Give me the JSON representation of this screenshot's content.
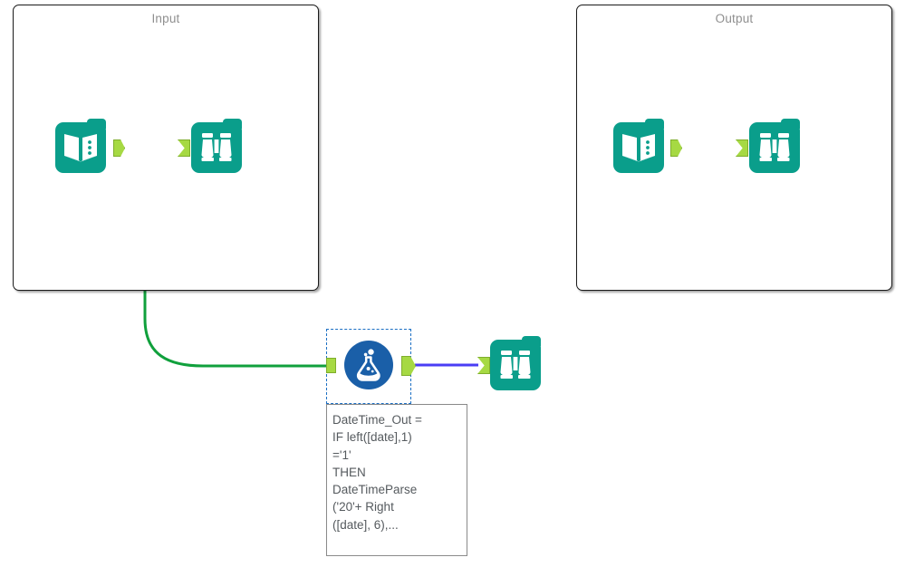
{
  "app": {
    "canvas_name": "workflow-canvas",
    "background_color": "#ffffff"
  },
  "colors": {
    "tool_teal": "#0a9e8b",
    "formula_blue": "#1a5fa8",
    "connector_green": "#a6d943",
    "wire_green": "#10a03c",
    "wire_gray": "#a8a8a8",
    "wire_purple": "#4a3df5",
    "selection_blue": "#1b6fc4",
    "container_border": "#1a1a1a",
    "container_title": "#8f8f8f",
    "annotation_text": "#555a5e",
    "annotation_border": "#8a8a8a"
  },
  "containers": [
    {
      "id": "input-container",
      "title": "Input"
    },
    {
      "id": "output-container",
      "title": "Output"
    }
  ],
  "nodes": [
    {
      "id": "input-data-1",
      "tool": "Input Data",
      "icon": "book-icon",
      "container": "Input"
    },
    {
      "id": "browse-1",
      "tool": "Browse",
      "icon": "binoculars-icon",
      "container": "Input"
    },
    {
      "id": "input-data-2",
      "tool": "Input Data",
      "icon": "book-icon",
      "container": "Output"
    },
    {
      "id": "browse-2",
      "tool": "Browse",
      "icon": "binoculars-icon",
      "container": "Output"
    },
    {
      "id": "formula-1",
      "tool": "Formula",
      "icon": "flask-icon",
      "container": null,
      "selected": true
    },
    {
      "id": "browse-3",
      "tool": "Browse",
      "icon": "binoculars-icon",
      "container": null
    }
  ],
  "connections": [
    {
      "from": "input-data-1",
      "to": "browse-1",
      "color": "#a8a8a8",
      "style": "straight"
    },
    {
      "from": "input-data-1",
      "to": "formula-1",
      "color": "#10a03c",
      "style": "curved"
    },
    {
      "from": "formula-1",
      "to": "browse-3",
      "color": "#4a3df5",
      "style": "straight"
    },
    {
      "from": "input-data-2",
      "to": "browse-2",
      "color": "#a8a8a8",
      "style": "straight"
    }
  ],
  "annotation": {
    "node": "formula-1",
    "lines": [
      "DateTime_Out =",
      "IF left([date],1)",
      "='1'",
      "THEN",
      "DateTimeParse",
      "('20'+ Right",
      "([date], 6),..."
    ],
    "full_text": "DateTime_Out = IF left([date],1) ='1' THEN DateTimeParse ('20'+ Right ([date], 6),..."
  }
}
